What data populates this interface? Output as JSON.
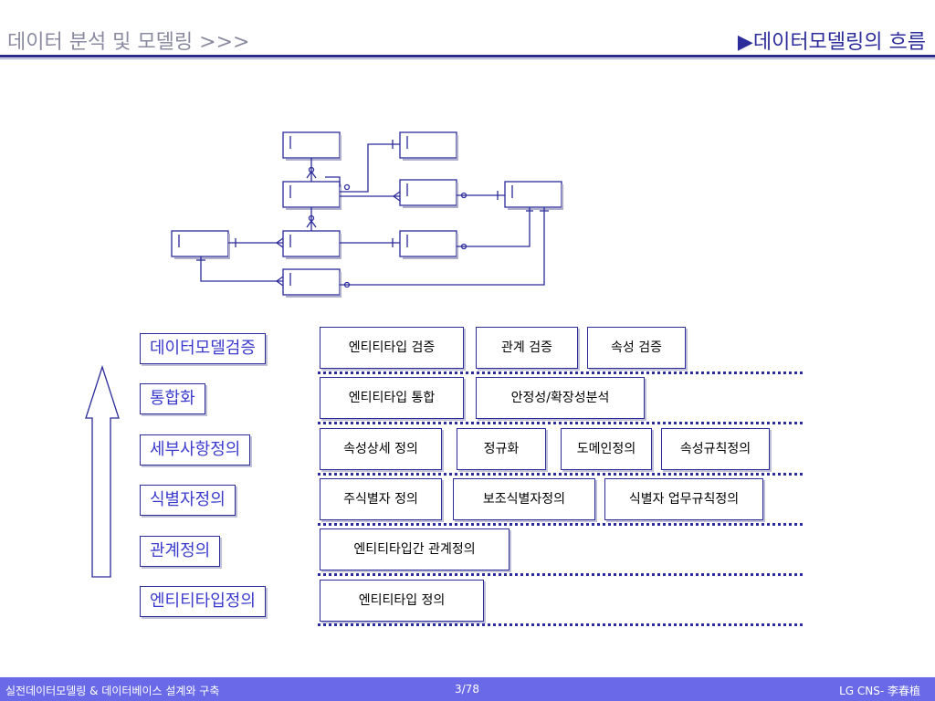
{
  "header": {
    "title": "데이터 분석 및 모델링 >>>",
    "section": "▶데이터모델링의 흐름"
  },
  "stages": [
    {
      "label": "데이터모델검증",
      "tasks": [
        "엔티티타입 검증",
        "관계 검증",
        "속성 검증"
      ]
    },
    {
      "label": "통합화",
      "tasks": [
        "엔티티타입 통합",
        "안정성/확장성분석"
      ]
    },
    {
      "label": "세부사항정의",
      "tasks": [
        "속성상세 정의",
        "정규화",
        "도메인정의",
        "속성규칙정의"
      ]
    },
    {
      "label": "식별자정의",
      "tasks": [
        "주식별자 정의",
        "보조식별자정의",
        "식별자 업무규칙정의"
      ]
    },
    {
      "label": "관계정의",
      "tasks": [
        "엔티티타입간 관계정의"
      ]
    },
    {
      "label": "엔티티타입정의",
      "tasks": [
        "엔티티타입 정의"
      ]
    }
  ],
  "footer": {
    "left": "실전데이터모델링 & 데이터베이스 설계와 구축",
    "page": "3/78",
    "right": "LG CNS- 李春植"
  },
  "colors": {
    "accent": "#2b2b9a",
    "stage_text": "#3a3acd",
    "footer_bg": "#6a6ae8"
  }
}
